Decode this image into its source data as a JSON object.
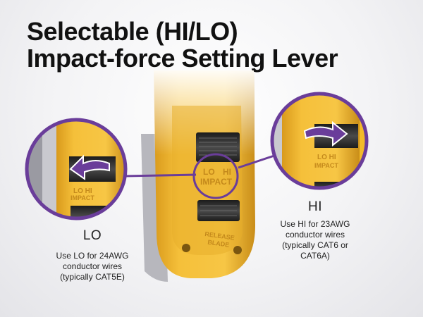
{
  "headline": {
    "line1": "Selectable (HI/LO)",
    "line2": "Impact-force Setting Lever"
  },
  "tool": {
    "label_lo": "LO",
    "label_hi": "HI",
    "label_impact": "IMPACT",
    "release_line1": "RELEASE",
    "release_line2": "BLADE"
  },
  "lo_caption": {
    "title": "LO",
    "line1": "Use LO for 24AWG",
    "line2": "conductor wires",
    "line3": "(typically CAT5E)"
  },
  "hi_caption": {
    "title": "HI",
    "line1": "Use HI for 23AWG",
    "line2": "conductor wires",
    "line3": "(typically CAT6 or",
    "line4": "CAT6A)"
  },
  "colors": {
    "tool_yellow": "#f2bb2a",
    "tool_shadow": "#c9901a",
    "accent_purple": "#6a3d9a",
    "lever_dark": "#2a2a2a"
  }
}
